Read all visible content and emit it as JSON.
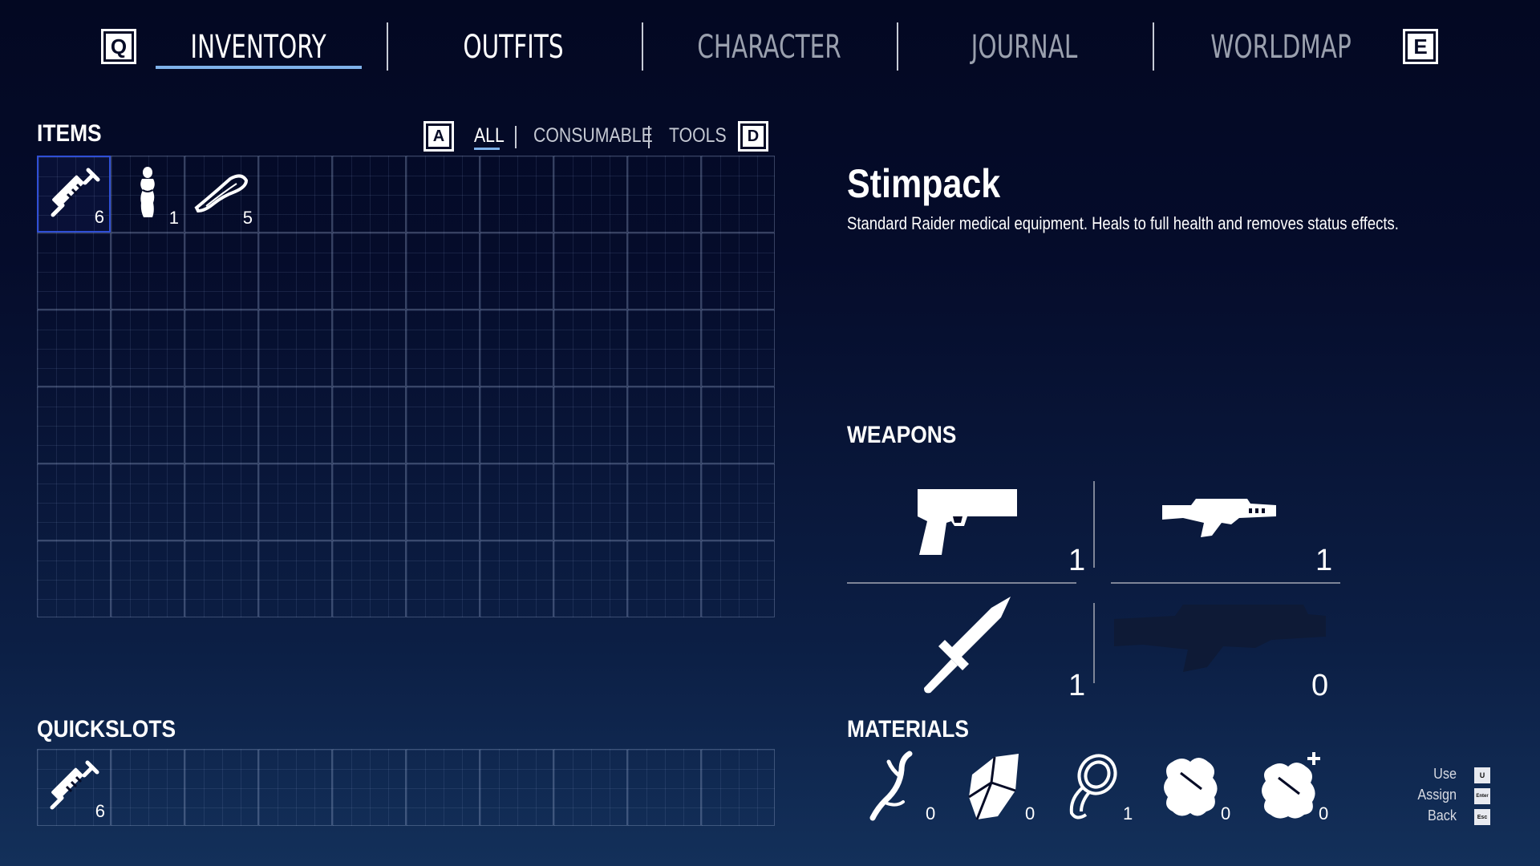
{
  "nav": {
    "left_key": "Q",
    "right_key": "E",
    "tabs": [
      {
        "label": "INVENTORY",
        "active": true
      },
      {
        "label": "OUTFITS",
        "active": false
      },
      {
        "label": "CHARACTER",
        "active": false
      },
      {
        "label": "JOURNAL",
        "active": false
      },
      {
        "label": "WORLDMAP",
        "active": false
      }
    ]
  },
  "items": {
    "title": "ITEMS",
    "filter_left_key": "A",
    "filter_right_key": "D",
    "filters": [
      {
        "label": "ALL",
        "active": true
      },
      {
        "label": "CONSUMABLE",
        "active": false
      },
      {
        "label": "TOOLS",
        "active": false
      }
    ],
    "slots": [
      {
        "icon": "syringe-icon",
        "count": "6",
        "selected": true
      },
      {
        "icon": "figurine-icon",
        "count": "1",
        "selected": false
      },
      {
        "icon": "bandage-icon",
        "count": "5",
        "selected": false
      }
    ]
  },
  "detail": {
    "name": "Stimpack",
    "description": "Standard Raider medical equipment. Heals to full health and removes status effects."
  },
  "weapons": {
    "title": "WEAPONS",
    "list": [
      {
        "icon": "pistol-icon",
        "count": "1",
        "owned": true
      },
      {
        "icon": "rifle-icon",
        "count": "1",
        "owned": true
      },
      {
        "icon": "sword-icon",
        "count": "1",
        "owned": true
      },
      {
        "icon": "heavy-rifle-icon",
        "count": "0",
        "owned": false
      }
    ]
  },
  "materials": {
    "title": "MATERIALS",
    "list": [
      {
        "icon": "branch-icon",
        "count": "0"
      },
      {
        "icon": "crystal-icon",
        "count": "0"
      },
      {
        "icon": "rope-icon",
        "count": "1"
      },
      {
        "icon": "hide-icon",
        "count": "0"
      },
      {
        "icon": "hide-plus-icon",
        "count": "0"
      }
    ]
  },
  "quickslots": {
    "title": "QUICKSLOTS",
    "slots": [
      {
        "icon": "syringe-icon",
        "count": "6"
      }
    ]
  },
  "hints": [
    {
      "label": "Use",
      "key": "U"
    },
    {
      "label": "Assign",
      "key": "Enter"
    },
    {
      "label": "Back",
      "key": "Esc"
    }
  ]
}
